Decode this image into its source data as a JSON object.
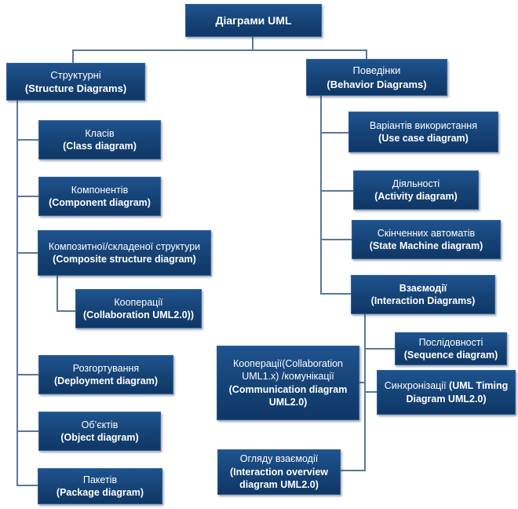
{
  "diagram": {
    "root": {
      "label": "Діаграми UML"
    },
    "structure": {
      "header": {
        "title": "Структурні",
        "subtitle": "(Structure Diagrams)"
      },
      "children": [
        {
          "title": "Класів",
          "subtitle": "(Class diagram)"
        },
        {
          "title": "Компонентів",
          "subtitle": "(Component diagram)"
        },
        {
          "title": "Композитної/складеної структури",
          "subtitle": "(Composite structure diagram)"
        },
        {
          "title": "Кооперації",
          "subtitle": "(Collaboration UML2.0))"
        },
        {
          "title": "Розгортування",
          "subtitle": "(Deployment diagram)"
        },
        {
          "title": "Об’єктів",
          "subtitle": "(Object diagram)"
        },
        {
          "title": "Пакетів",
          "subtitle": "(Package diagram)"
        }
      ]
    },
    "behavior": {
      "header": {
        "title": "Поведінки",
        "subtitle": "(Behavior Diagrams)"
      },
      "children": [
        {
          "title": "Варіантів використання",
          "subtitle": "(Use case diagram)"
        },
        {
          "title": "Діяльності",
          "subtitle": "(Activity diagram)"
        },
        {
          "title": "Скінченних автоматів",
          "subtitle": "(State Machine diagram)"
        },
        {
          "title": "Взаємодії",
          "subtitle": "(Interaction Diagrams)"
        }
      ],
      "interaction_children": [
        {
          "title": "Послідовності",
          "subtitle": "(Sequence diagram)"
        },
        {
          "title": "Кооперації(Collaboration UML1.x) /комунікації",
          "subtitle": "(Communication diagram UML2.0)"
        },
        {
          "title": "Синхронізації",
          "subtitle": "(UML Timing Diagram UML2.0)"
        },
        {
          "title": "Огляду взаємодії",
          "subtitle": "(Interaction overview diagram UML2.0)"
        }
      ]
    },
    "colors": {
      "box_fill": "#16437a",
      "box_border": "#33639c",
      "connector": "#5b7894",
      "text": "#ffffff"
    }
  }
}
